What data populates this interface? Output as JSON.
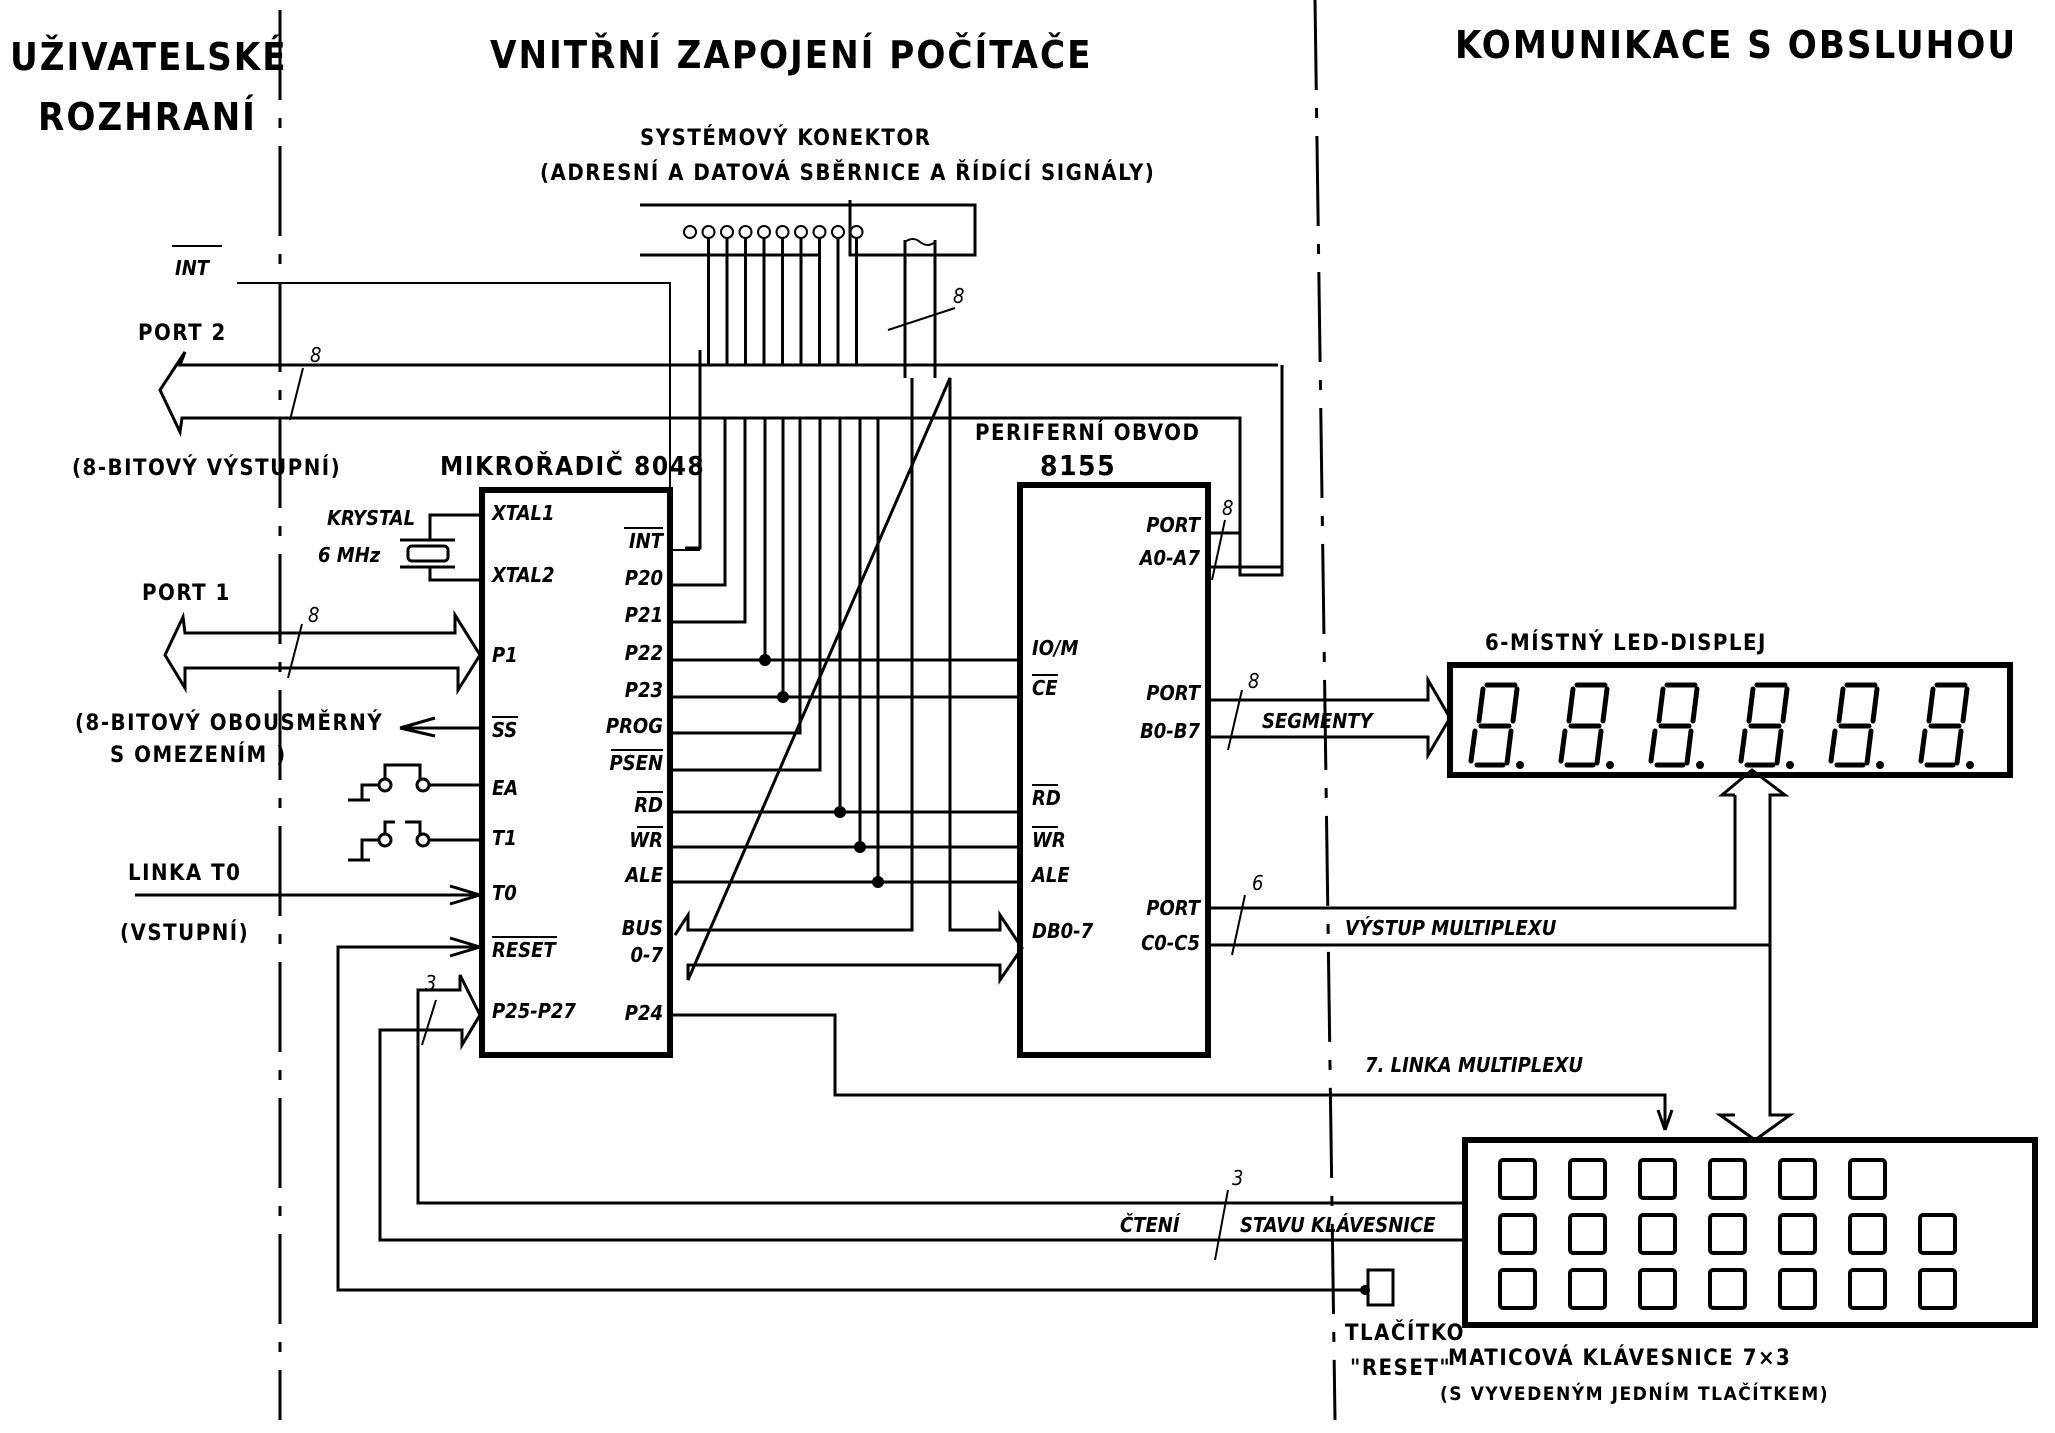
{
  "sections": {
    "left_title_line1": "UŽIVATELSKÉ",
    "left_title_line2": "ROZHRANÍ",
    "center_title": "VNITŘNÍ ZAPOJENÍ POČÍTAČE",
    "right_title": "KOMUNIKACE S OBSLUHOU"
  },
  "system_connector": {
    "title": "SYSTÉMOVÝ KONEKTOR",
    "subtitle": "(ADRESNÍ A DATOVÁ SBĚRNICE A ŘÍDÍCÍ SIGNÁLY)",
    "bus_width": "8",
    "pin_count": 10
  },
  "left_interface": {
    "int_label": "INT",
    "port2_label": "PORT 2",
    "port2_width": "8",
    "port2_desc": "(8-BITOVÝ VÝSTUPNÍ)",
    "port1_label": "PORT 1",
    "port1_width": "8",
    "port1_desc_line1": "(8-BITOVÝ OBOUSMĚRNÝ",
    "port1_desc_line2": "S OMEZENÍM )",
    "t0_label": "LINKA T0",
    "t0_desc": "(VSTUPNÍ)",
    "crystal_label": "KRYSTAL",
    "crystal_freq": "6 MHz"
  },
  "mcu": {
    "title": "MIKROŘADIČ 8048",
    "left_pins": [
      "XTAL1",
      "XTAL2",
      "P1",
      "SS",
      "EA",
      "T1",
      "T0",
      "RESET",
      "P25-P27"
    ],
    "right_pins": [
      "INT",
      "P20",
      "P21",
      "P22",
      "P23",
      "PROG",
      "PSEN",
      "RD",
      "WR",
      "ALE",
      "BUS",
      "0-7",
      "P24"
    ],
    "p25_width": "3"
  },
  "peripheral": {
    "title_line1": "PERIFERNÍ OBVOD",
    "title_line2": "8155",
    "left_pins": [
      "IO/M",
      "CE",
      "RD",
      "WR",
      "ALE",
      "DB0-7"
    ],
    "port_a": {
      "label1": "PORT",
      "label2": "A0-A7",
      "width": "8"
    },
    "port_b": {
      "label1": "PORT",
      "label2": "B0-B7",
      "width": "8"
    },
    "port_c": {
      "label1": "PORT",
      "label2": "C0-C5",
      "width": "6"
    }
  },
  "signals": {
    "segments": "SEGMENTY",
    "mux_output": "VÝSTUP MULTIPLEXU",
    "mux_line7": "7. LINKA MULTIPLEXU",
    "kbd_read_a": "ČTENÍ",
    "kbd_read_b": "STAVU KLÁVESNICE",
    "kbd_read_width": "3"
  },
  "display": {
    "title": "6-MÍSTNÝ LED-DISPLEJ",
    "digits": 6
  },
  "keyboard": {
    "title": "MATICOVÁ KLÁVESNICE 7×3",
    "subtitle": "(S VYVEDENÝM JEDNÍM TLAČÍTKEM)",
    "rows": [
      6,
      7,
      7
    ]
  },
  "reset_button": {
    "line1": "TLAČÍTKO",
    "line2": "\"RESET\""
  }
}
